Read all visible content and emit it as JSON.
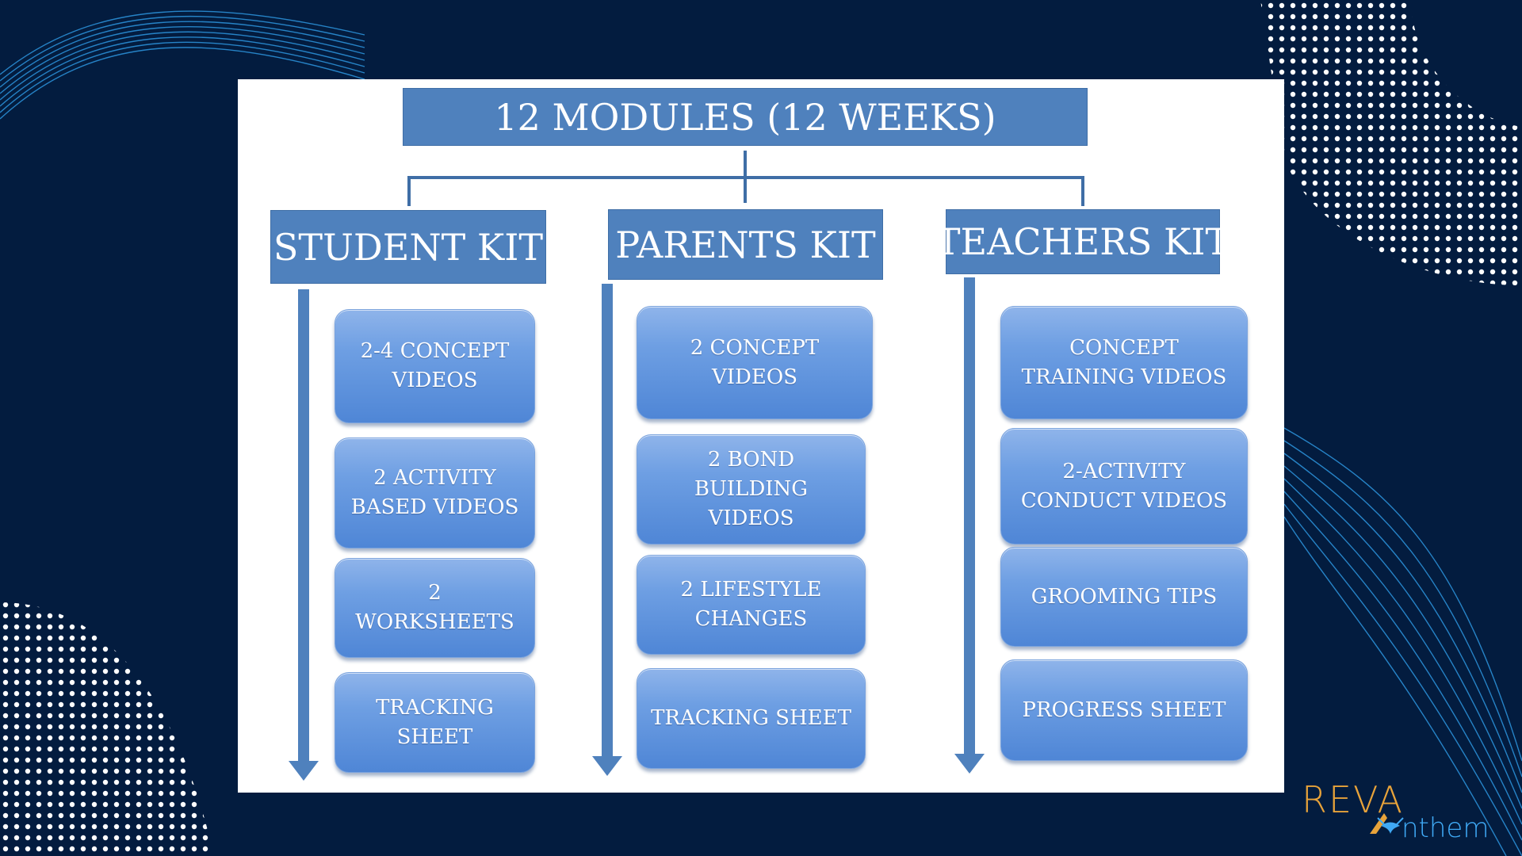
{
  "title": "12 MODULES (12 WEEKS)",
  "kits": [
    {
      "name": "STUDENT KIT",
      "items": [
        "2-4 CONCEPT VIDEOS",
        "2 ACTIVITY BASED VIDEOS",
        "2 WORKSHEETS",
        "TRACKING SHEET"
      ]
    },
    {
      "name": "PARENTS KIT",
      "items": [
        "2 CONCEPT VIDEOS",
        "2 BOND BUILDING VIDEOS",
        "2 LIFESTYLE CHANGES",
        "TRACKING SHEET"
      ]
    },
    {
      "name": "TEACHERS KIT",
      "items": [
        "CONCEPT TRAINING VIDEOS",
        "2-ACTIVITY CONDUCT VIDEOS",
        "GROOMING TIPS",
        "PROGRESS SHEET"
      ]
    }
  ],
  "logo": {
    "primary": "REVA",
    "secondary": "nthem"
  },
  "colors": {
    "background": "#031c3f",
    "box": "#4f81bd",
    "connector": "#3f6ea6",
    "logo_gold": "#e8a33a",
    "logo_blue": "#3fa9f5"
  }
}
